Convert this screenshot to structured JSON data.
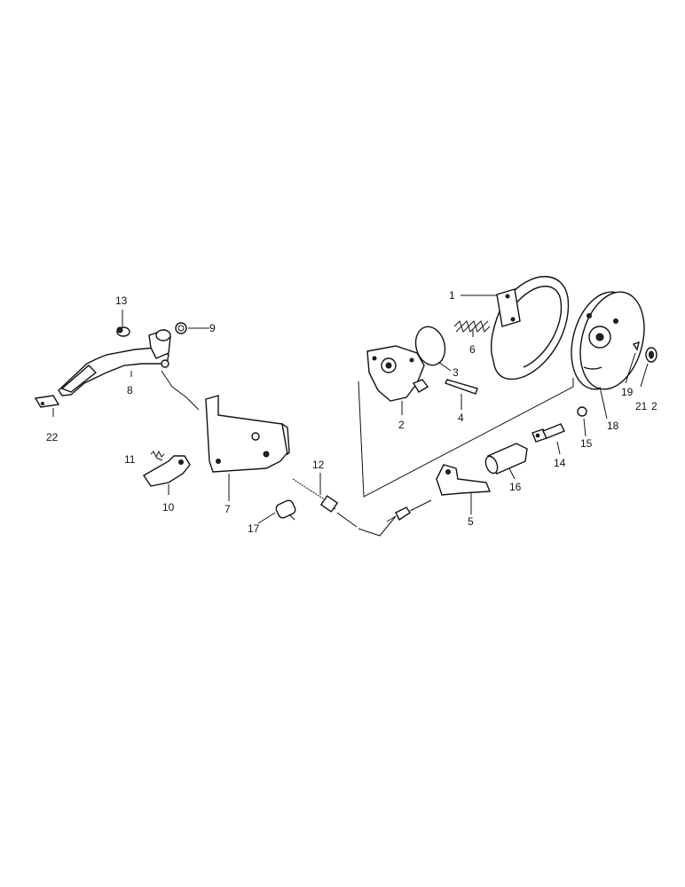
{
  "diagram": {
    "callouts": {
      "c1": "1",
      "c2": "2",
      "c2b": "2",
      "c3": "3",
      "c4": "4",
      "c5": "5",
      "c6": "6",
      "c7": "7",
      "c8": "8",
      "c9": "9",
      "c10": "10",
      "c11": "11",
      "c12": "12",
      "c13": "13",
      "c14": "14",
      "c15": "15",
      "c16": "16",
      "c17": "17",
      "c18": "18",
      "c19": "19",
      "c21": "21",
      "c22": "22"
    }
  }
}
